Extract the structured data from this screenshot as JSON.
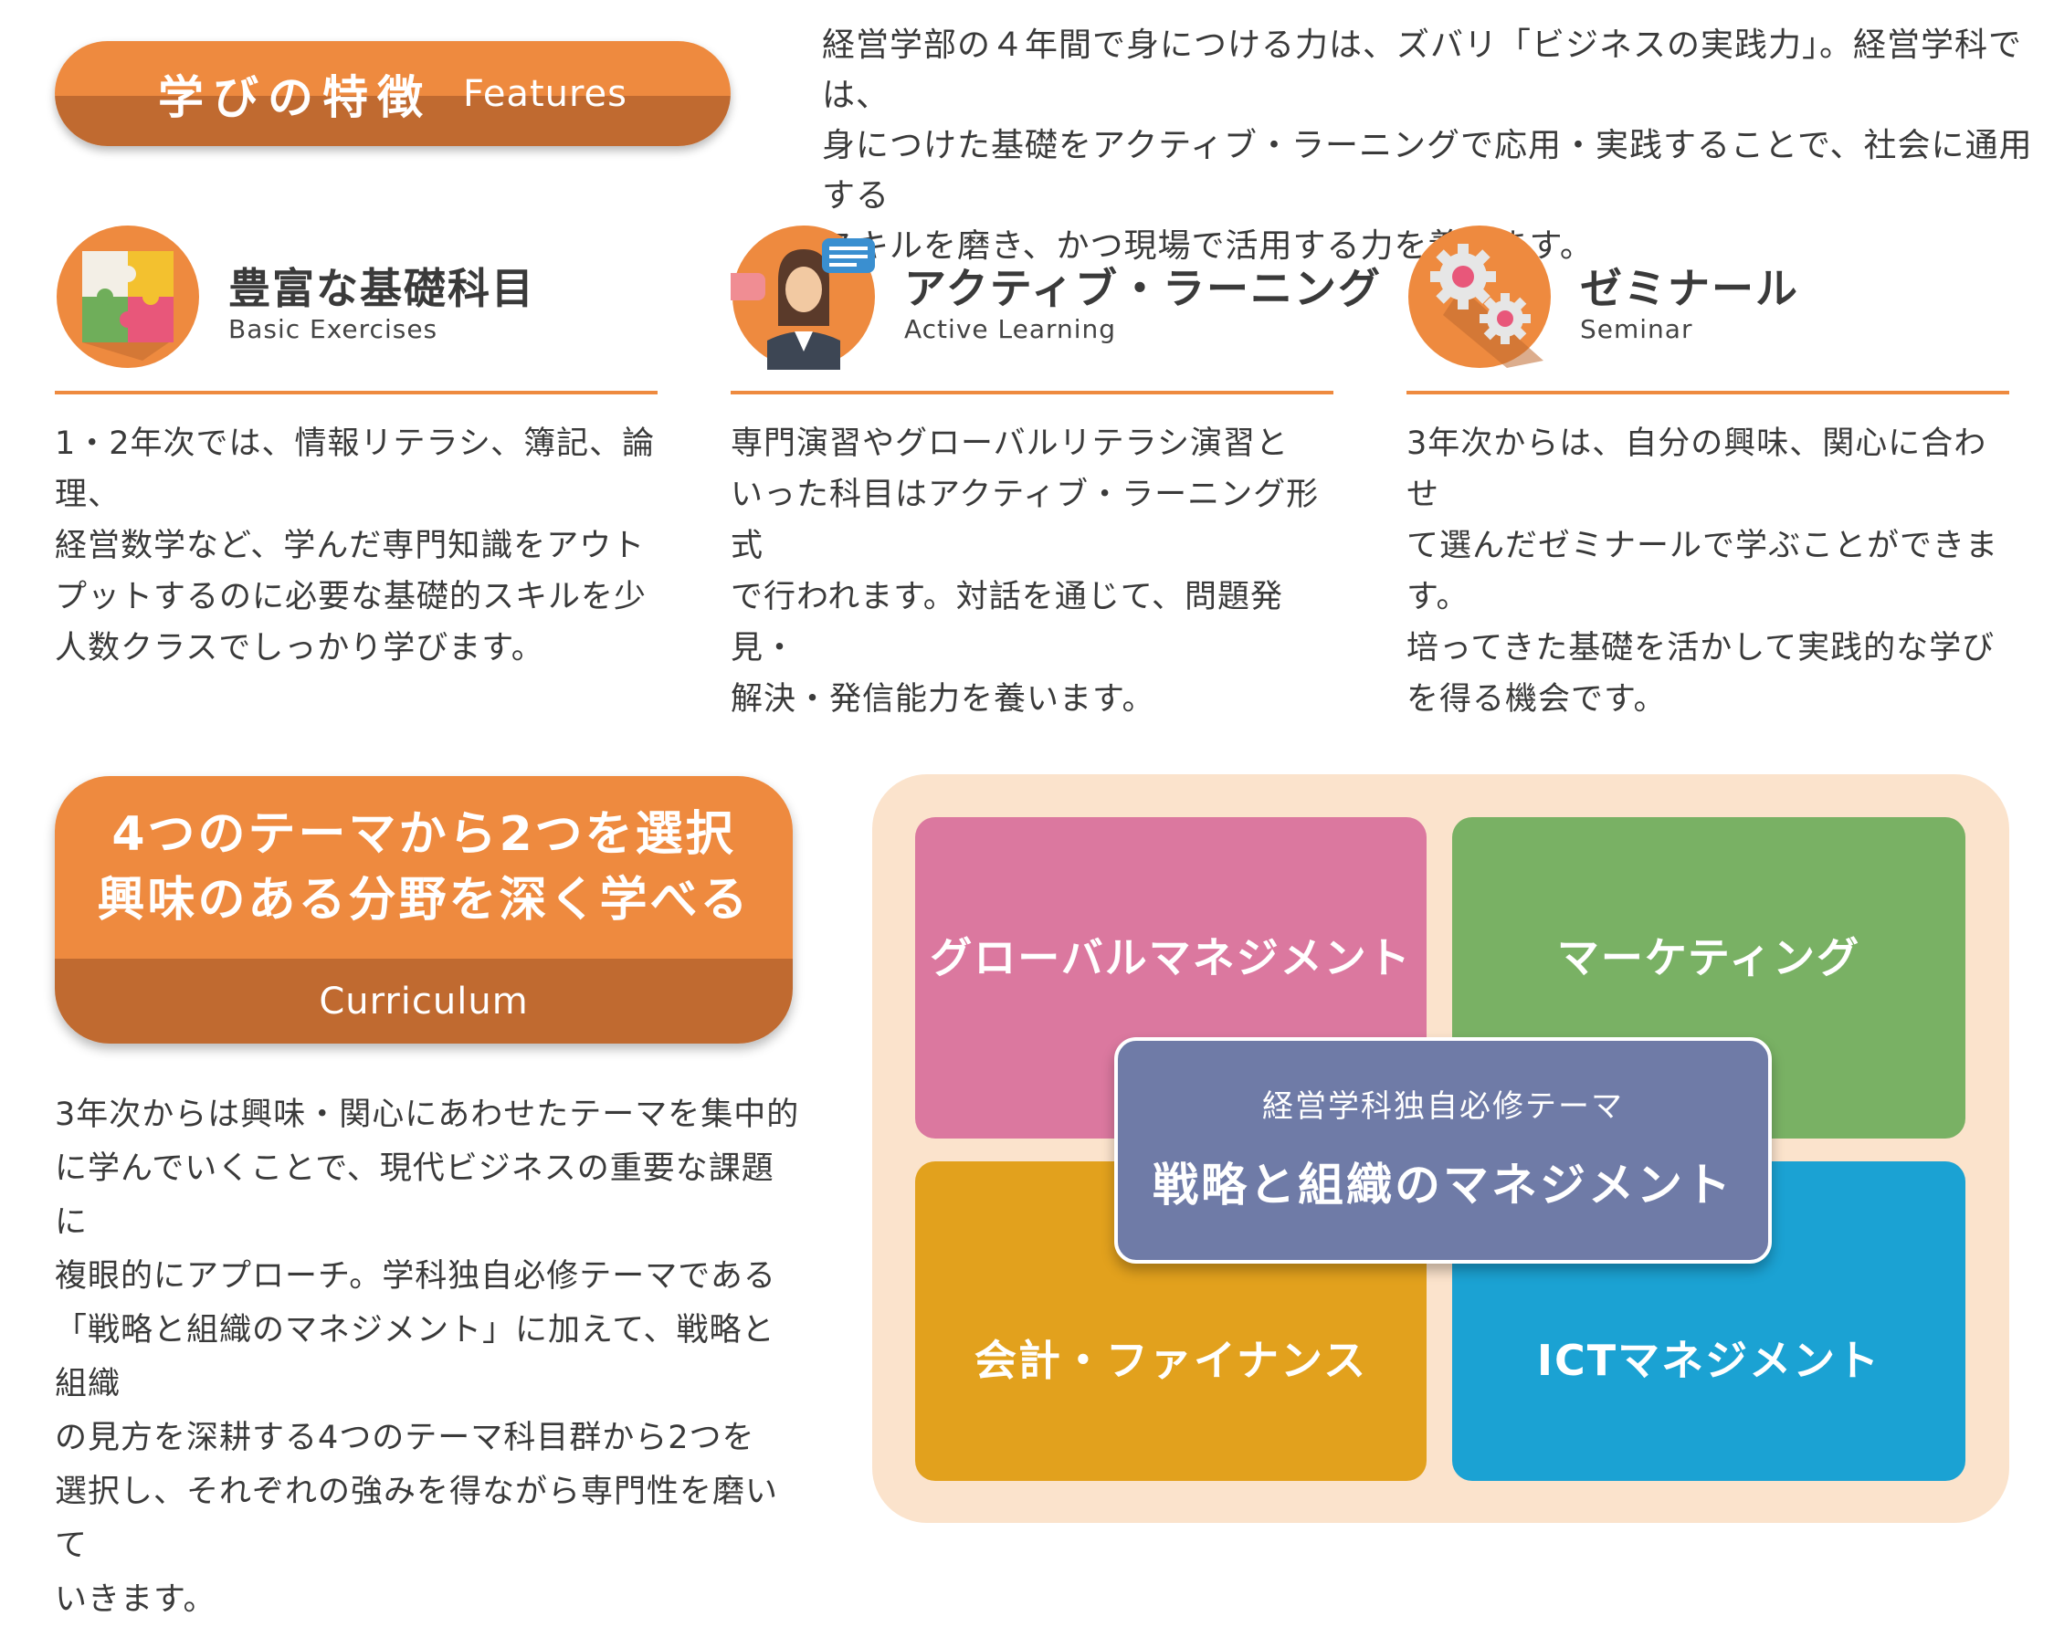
{
  "features_header": {
    "jp": "学びの特徴",
    "en": "Features"
  },
  "intro": [
    "経営学部の４年間で身につける力は、ズバリ「ビジネスの実践力」。経営学科では、",
    "身につけた基礎をアクティブ・ラーニングで応用・実践することで、社会に通用する",
    "スキルを磨き、かつ現場で活用する力を養います。"
  ],
  "features": [
    {
      "icon": "puzzle-icon",
      "title": "豊富な基礎科目",
      "subtitle": "Basic Exercises",
      "body": [
        "1・2年次では、情報リテラシ、簿記、論理、",
        "経営数学など、学んだ専門知識をアウト",
        "プットするのに必要な基礎的スキルを少",
        "人数クラスでしっかり学びます。"
      ]
    },
    {
      "icon": "speaker-with-speech-bubbles-icon",
      "title": "アクティブ・ラーニング",
      "subtitle": "Active Learning",
      "body": [
        "専門演習やグローバルリテラシ演習と",
        "いった科目はアクティブ・ラーニング形式",
        "で行われます。対話を通じて、問題発見・",
        "解決・発信能力を養います。"
      ]
    },
    {
      "icon": "gears-icon",
      "title": "ゼミナール",
      "subtitle": "Seminar",
      "body": [
        "3年次からは、自分の興味、関心に合わせ",
        "て選んだゼミナールで学ぶことができます。",
        "培ってきた基礎を活かして実践的な学び",
        "を得る機会です。"
      ]
    }
  ],
  "curriculum": {
    "headline": [
      "4つのテーマから2つを選択",
      "興味のある分野を深く学べる"
    ],
    "label": "Curriculum",
    "body": [
      "3年次からは興味・関心にあわせたテーマを集中的",
      "に学んでいくことで、現代ビジネスの重要な課題に",
      "複眼的にアプローチ。学科独自必修テーマである",
      "「戦略と組織のマネジメント」に加えて、戦略と組織",
      "の見方を深耕する4つのテーマ科目群から2つを",
      "選択し、それぞれの強みを得ながら専門性を磨いて",
      "いきます。"
    ]
  },
  "themes": [
    {
      "label": "グローバルマネジメント",
      "color": "#db789f"
    },
    {
      "label": "マーケティング",
      "color": "#79b164"
    },
    {
      "label": "会計・ファイナンス",
      "color": "#e2a11d"
    },
    {
      "label": "ICTマネジメント",
      "color": "#1ba2d3"
    }
  ],
  "core_theme": {
    "subtitle": "経営学科独自必修テーマ",
    "title": "戦略と組織のマネジメント",
    "color": "#6f7ba7"
  },
  "colors": {
    "accent": "#ee8a3f",
    "accent_dark": "#c06a30",
    "panel_bg": "#fbe3cc"
  }
}
